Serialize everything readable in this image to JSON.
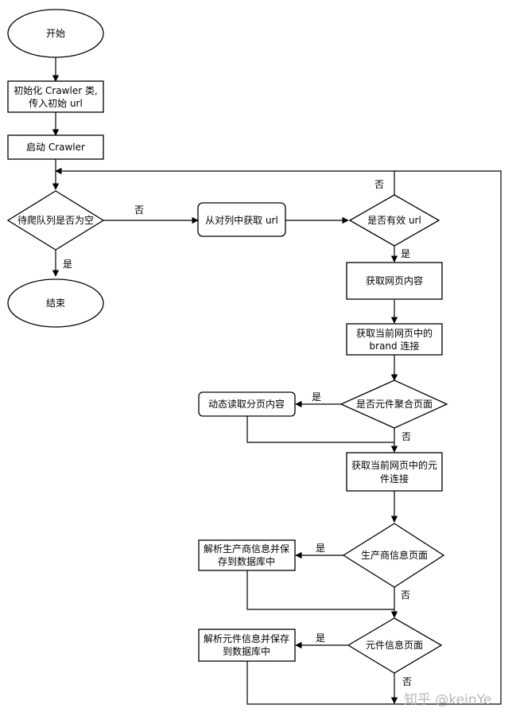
{
  "nodes": {
    "start": "开始",
    "init_line1": "初始化 Crawler 类,",
    "init_line2": "传入初始 url",
    "launch": "启动 Crawler",
    "queue_empty": "待爬队列是否为空",
    "end": "结束",
    "get_url": "从对列中获取 url",
    "valid_url": "是否有效 url",
    "get_page": "获取网页内容",
    "brand_line1": "获取当前网页中的",
    "brand_line2": "brand 连接",
    "aggregate": "是否元件聚合页面",
    "dynamic_read": "动态读取分页内容",
    "component_line1": "获取当前网页中的元",
    "component_line2": "件连接",
    "manufacturer_page": "生产商信息页面",
    "parse_mfr_line1": "解析生产商信息并保",
    "parse_mfr_line2": "存到数据库中",
    "component_page": "元件信息页面",
    "parse_comp_line1": "解析元件信息并保存",
    "parse_comp_line2": "到数据库中"
  },
  "edge_labels": {
    "queue_no": "否",
    "queue_yes": "是",
    "valid_no": "否",
    "valid_yes": "是",
    "aggregate_yes": "是",
    "aggregate_no": "否",
    "manufacturer_yes": "是",
    "manufacturer_no": "否",
    "component_yes": "是",
    "component_no": "否"
  },
  "watermark": "知乎 @keinYe"
}
